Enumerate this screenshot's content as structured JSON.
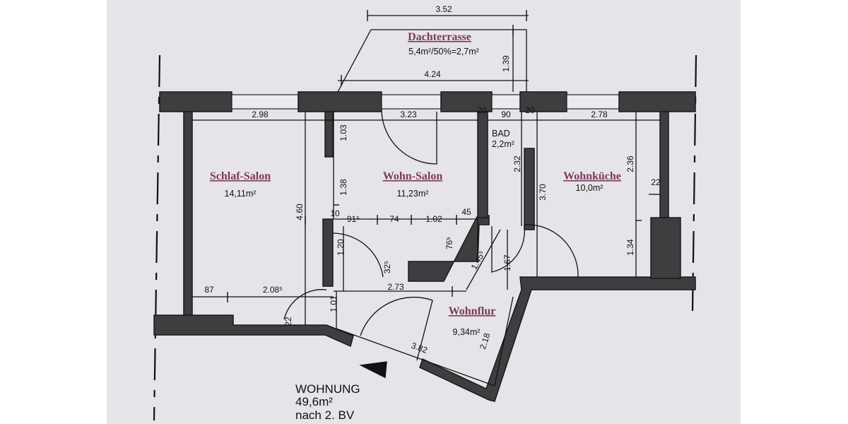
{
  "plan": {
    "summary": {
      "title": "WOHNUNG",
      "area": "49,6m²",
      "note": "nach 2. BV"
    },
    "rooms": [
      {
        "id": "dachterrasse",
        "name": "Dachterrasse",
        "area": "5,4m²/50%=2,7m²"
      },
      {
        "id": "schlaf-salon",
        "name": "Schlaf-Salon",
        "area": "14,11m²"
      },
      {
        "id": "wohn-salon",
        "name": "Wohn-Salon",
        "area": "11,23m²"
      },
      {
        "id": "bad",
        "name": "BAD",
        "area": "2,2m²"
      },
      {
        "id": "wohnkueche",
        "name": "Wohnküche",
        "area": "10,0m²"
      },
      {
        "id": "wohnflur",
        "name": "Wohnflur",
        "area": "9,34m²"
      }
    ],
    "dimensions": {
      "terrace_top": "3.52",
      "terrace_bottom": "4.24",
      "terrace_depth": "1.39",
      "schlaf_width": "2.98",
      "wohn_width": "3.23",
      "bad_width": "90",
      "wall_20a": "20",
      "wall_20b": "20",
      "kueche_width": "2.78",
      "wohn_upper": "1.03",
      "wohn_mid": "1.38",
      "schlaf_height": "4.60",
      "bad_height": "2.32",
      "kueche_height": "3.70",
      "kueche_upper": "2.36",
      "kueche_lower": "1.34",
      "kueche_niche": "22",
      "seg_10": "10",
      "seg_915": "91⁵",
      "seg_74": "74",
      "seg_102": "1.02",
      "seg_45": "45",
      "seg_765": "76⁵",
      "seg_120": "1.20",
      "seg_325": "32⁵",
      "seg_1455": "1.45⁵",
      "seg_167": "1.67",
      "flur_273": "2.73",
      "seg_87": "87",
      "seg_2085": "2.08⁵",
      "seg_101": "1.01",
      "seg_22b": "22",
      "flur_382": "3.82",
      "flur_218": "2.18"
    },
    "colors": {
      "paper": "#e6e4e8",
      "wall": "#3f3d40",
      "room_label": "#7a3a5c"
    }
  }
}
